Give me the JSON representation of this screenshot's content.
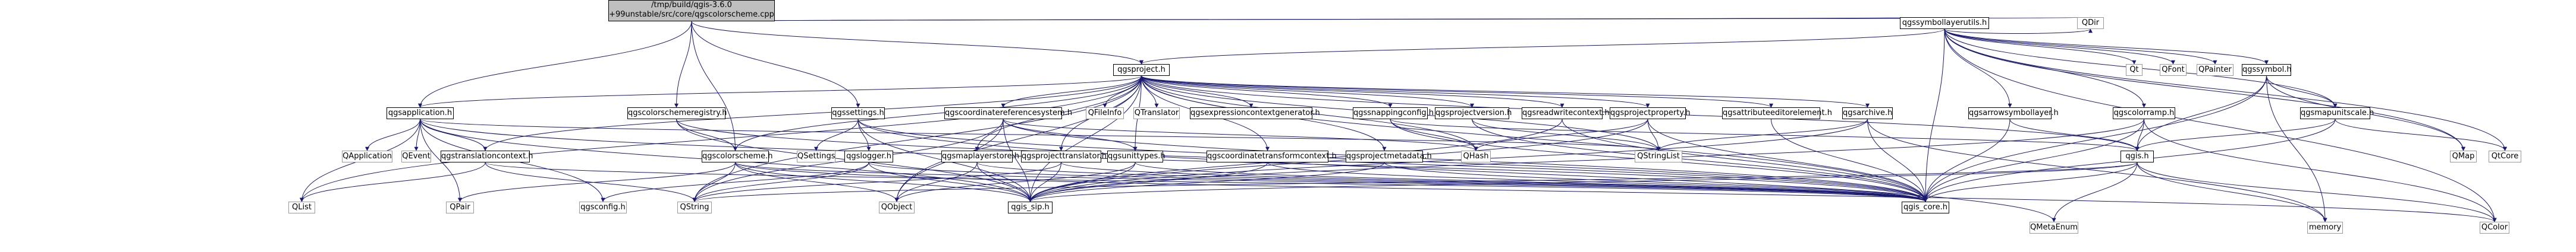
{
  "graph": {
    "focus": {
      "line1": "/tmp/build/qgis-3.6.0",
      "line2": "+99unstable/src/core/qgscolorscheme.cpp"
    },
    "nodes": {
      "qgssymbollayerutils": "qgssymbollayerutils.h",
      "qdir": "QDir",
      "qgsproject": "qgsproject.h",
      "qgsapplication": "qgsapplication.h",
      "qgscolorschemeregistry": "qgscolorschemeregistry.h",
      "qgssettings": "qgssettings.h",
      "qgscolorscheme": "qgscolorscheme.h",
      "qgstranslationcontext": "qgstranslationcontext.h",
      "qgscoordinatereferencesystem": "qgscoordinatereferencesystem.h",
      "qfileinfo": "QFileInfo",
      "qtranslator": "QTranslator",
      "qgsexpressioncontextgenerator": "qgsexpressioncontextgenerator.h",
      "qgssnappingconfig": "qgssnappingconfig.h",
      "qgsprojectversion": "qgsprojectversion.h",
      "qgsreadwritecontext": "qgsreadwritecontext.h",
      "qgsprojectproperty": "qgsprojectproperty.h",
      "qgsattributeeditorelement": "qgsattributeeditorelement.h",
      "qgsarchive": "qgsarchive.h",
      "qgsarrowsymbollayer": "qgsarrowsymbollayer.h",
      "qgscolorramp": "qgscolorramp.h",
      "qgssymbol": "qgssymbol.h",
      "qgsmapunitscale": "qgsmapunitscale.h",
      "qt": "Qt",
      "qfont": "QFont",
      "qpainter": "QPainter",
      "qgslogger": "qgslogger.h",
      "qgsmaplayerstore": "qgsmaplayerstore.h",
      "qgsprojecttranslator": "qgsprojecttranslator.h",
      "qgsunittypes": "qgsunittypes.h",
      "qgscoordinatetransformcontext": "qgscoordinatetransformcontext.h",
      "qgsprojectmetadata": "qgsprojectmetadata.h",
      "qgis_h": "qgis.h",
      "qhash": "QHash",
      "qstringlist": "QStringList",
      "qmap": "QMap",
      "qtcore": "QtCore",
      "qgsconfig": "qgsconfig.h",
      "qsettings": "QSettings",
      "qapplication": "QApplication",
      "qevent": "QEvent",
      "qlist": "QList",
      "qpair": "QPair",
      "qstring": "QString",
      "qobject": "QObject",
      "qgis_sip": "qgis_sip.h",
      "qgis_core": "qgis_core.h",
      "qmetaenum": "QMetaEnum",
      "memory": "memory",
      "qcolor": "QColor"
    }
  },
  "colors": {
    "edge": "#191970",
    "focus_fill": "#bfbfbf",
    "border_undocumented": "#999999",
    "border_documented": "#000000"
  }
}
